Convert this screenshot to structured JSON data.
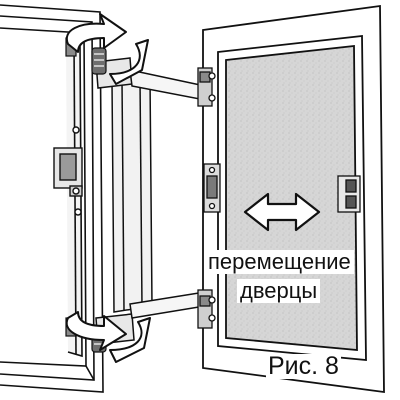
{
  "illustration": {
    "label": {
      "line1": "перемещение",
      "line2": "дверцы"
    },
    "figure_caption": "Рис. 8",
    "colors": {
      "ink": "#111111",
      "panel_fill": "#d4d4d4",
      "frame_fill": "#ffffff",
      "arrow_fill": "#ffffff",
      "hinge_fill": "#9a9a9a"
    },
    "icons": {
      "rotate_arrows": "curved-rotation-arrow",
      "move_arrow": "double-headed-horizontal-arrow"
    }
  }
}
